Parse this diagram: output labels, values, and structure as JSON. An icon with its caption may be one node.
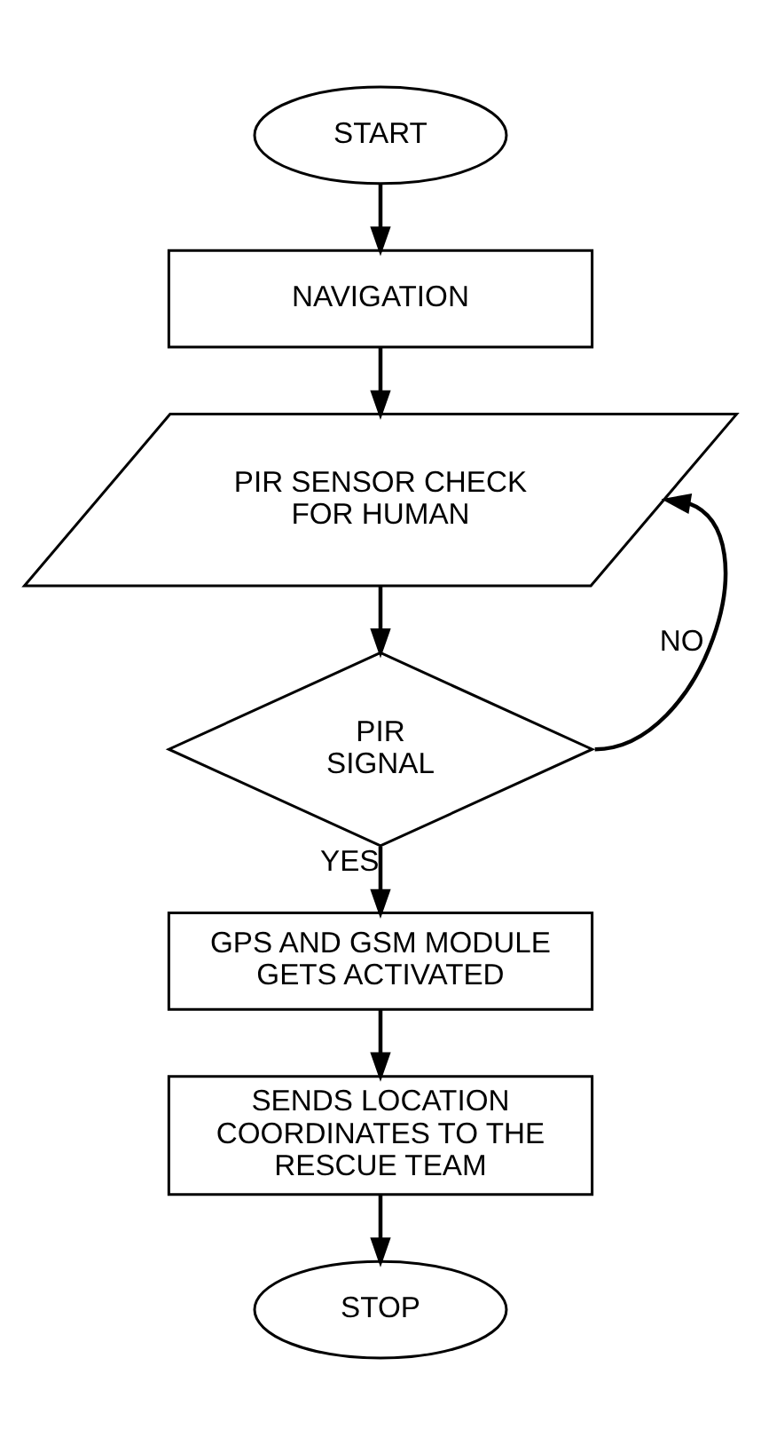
{
  "diagram": {
    "nodes": [
      {
        "text": [
          "START"
        ]
      },
      {
        "text": [
          "NAVIGATION"
        ]
      },
      {
        "text": [
          "PIR SENSOR CHECK FOR HUMAN"
        ]
      },
      {
        "text": [
          "PIR SIGNAL"
        ]
      },
      {
        "text": [
          "GPS AND GSM MODULE GETS ACTIVATED"
        ]
      },
      {
        "text": [
          "SENDS LOCATION COORDINATES TO THE RESCUE TEAM"
        ]
      },
      {
        "text": [
          "STOP"
        ]
      }
    ],
    "edges": [
      {
        "from": 0,
        "to": 1,
        "arrow": "to"
      },
      {
        "from": 1,
        "to": 2,
        "arrow": "to"
      },
      {
        "from": 2,
        "to": 3,
        "arrow": "to"
      },
      {
        "from": 3,
        "to": 4,
        "arrow": "to",
        "label": "YES"
      },
      {
        "from": 4,
        "to": 5,
        "arrow": "to"
      },
      {
        "from": 5,
        "to": 6,
        "arrow": "to"
      },
      {
        "from": 3,
        "to": 2,
        "arrow": "to",
        "label": "NO"
      }
    ]
  }
}
